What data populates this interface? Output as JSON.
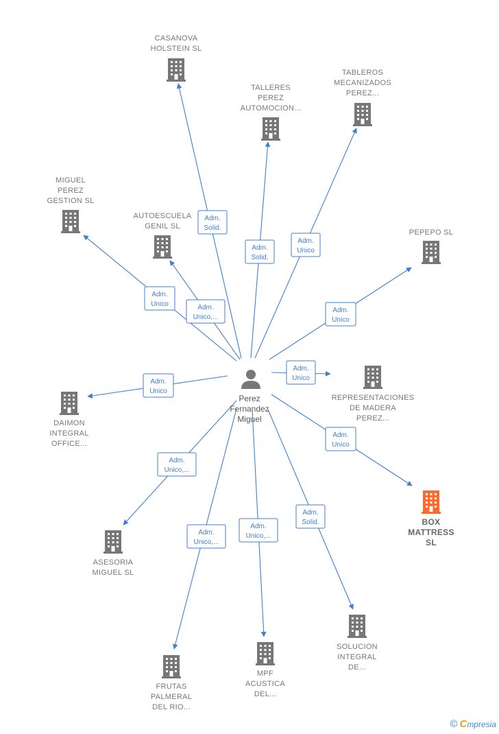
{
  "colors": {
    "accent": "#3f7fd3",
    "building": "#777777",
    "highlight": "#ff6a2b",
    "person": "#777777"
  },
  "center": {
    "name_lines": [
      "Perez",
      "Fernandez",
      "Miguel"
    ]
  },
  "companies": [
    {
      "id": "casanova",
      "lines": [
        "CASANOVA",
        "HOLSTEIN  SL"
      ],
      "role_lines": [
        "Adm.",
        "Solid."
      ],
      "highlight": false
    },
    {
      "id": "talleres",
      "lines": [
        "TALLERES",
        "PEREZ",
        "AUTOMOCION..."
      ],
      "role_lines": [
        "Adm.",
        "Solid."
      ],
      "highlight": false
    },
    {
      "id": "tableros",
      "lines": [
        "TABLEROS",
        "MECANIZADOS",
        "PEREZ..."
      ],
      "role_lines": [
        "Adm.",
        "Unico"
      ],
      "highlight": false
    },
    {
      "id": "miguel-perez-gestion",
      "lines": [
        "MIGUEL",
        "PEREZ",
        "GESTION SL"
      ],
      "role_lines": [
        "Adm.",
        "Unico"
      ],
      "highlight": false
    },
    {
      "id": "autoescuela",
      "lines": [
        "AUTOESCUELA",
        "GENIL  SL"
      ],
      "role_lines": [
        "Adm.",
        "Unico,..."
      ],
      "highlight": false
    },
    {
      "id": "pepepo",
      "lines": [
        "PEPEPO SL"
      ],
      "role_lines": [
        "Adm.",
        "Unico"
      ],
      "highlight": false
    },
    {
      "id": "representaciones",
      "lines": [
        "REPRESENTACIONES",
        "DE MADERA",
        "PEREZ..."
      ],
      "role_lines": [
        "Adm.",
        "Unico"
      ],
      "highlight": false
    },
    {
      "id": "daimon",
      "lines": [
        "DAIMON",
        "INTEGRAL",
        "OFFICE..."
      ],
      "role_lines": [
        "Adm.",
        "Unico"
      ],
      "highlight": false
    },
    {
      "id": "box-mattress",
      "lines": [
        "BOX",
        "MATTRESS",
        "SL"
      ],
      "role_lines": [
        "Adm.",
        "Unico"
      ],
      "highlight": true
    },
    {
      "id": "asesoria",
      "lines": [
        "ASESORIA",
        "MIGUEL  SL"
      ],
      "role_lines": [
        "Adm.",
        "Unico,..."
      ],
      "highlight": false
    },
    {
      "id": "frutas",
      "lines": [
        "FRUTAS",
        "PALMERAL",
        "DEL RIO..."
      ],
      "role_lines": [
        "Adm.",
        "Unico,..."
      ],
      "highlight": false
    },
    {
      "id": "mpf",
      "lines": [
        "MPF",
        "ACUSTICA",
        "DEL..."
      ],
      "role_lines": [
        "Adm.",
        "Unico,..."
      ],
      "highlight": false
    },
    {
      "id": "solucion",
      "lines": [
        "SOLUCION",
        "INTEGRAL",
        "DE..."
      ],
      "role_lines": [
        "Adm.",
        "Solid."
      ],
      "highlight": false
    }
  ],
  "footer": {
    "copyright": "©",
    "brand_first": "C",
    "brand_rest": "mpresia"
  }
}
